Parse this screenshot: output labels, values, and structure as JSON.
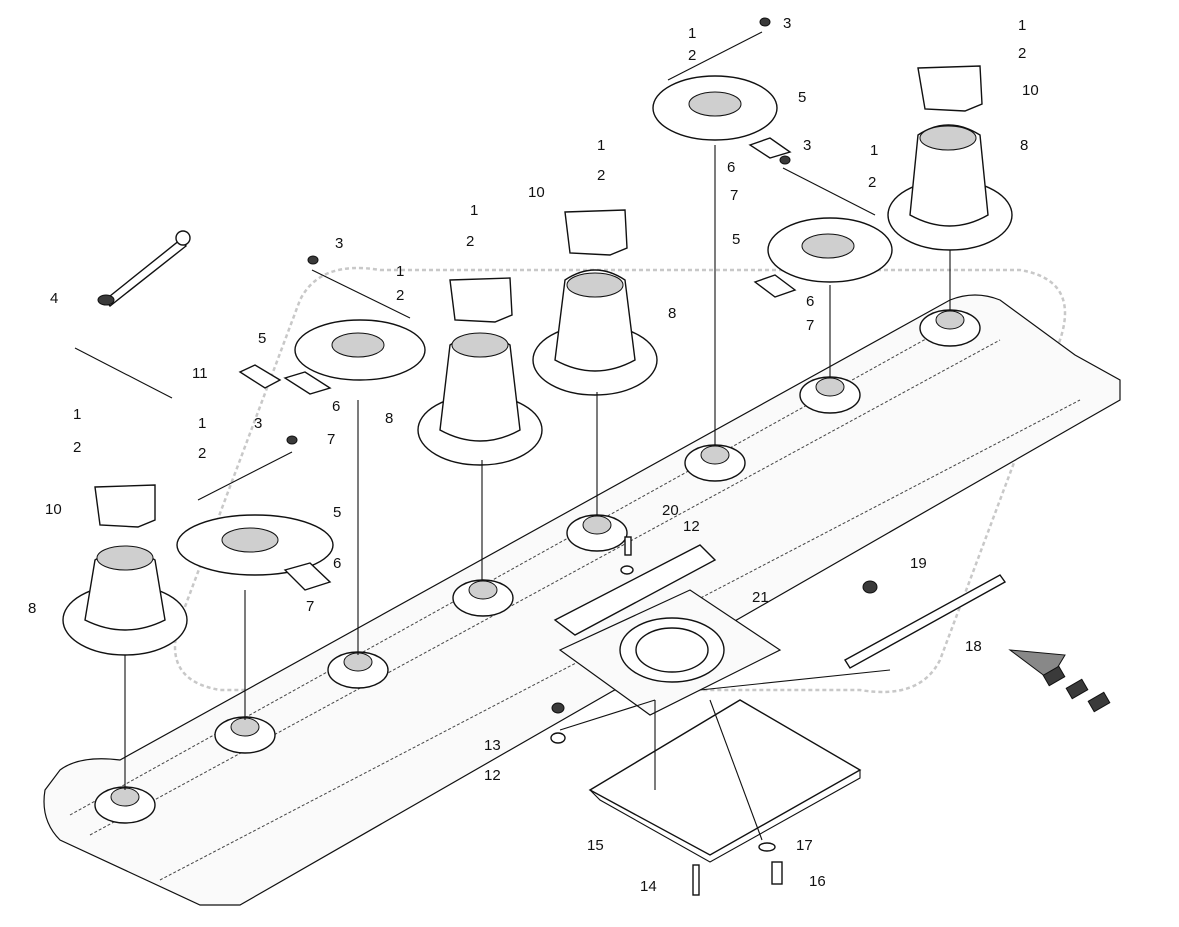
{
  "callouts": [
    "1",
    "2",
    "3",
    "4",
    "5",
    "6",
    "7",
    "8",
    "10",
    "11",
    "12",
    "13",
    "14",
    "15",
    "16",
    "17",
    "18",
    "19",
    "20",
    "21"
  ],
  "colors": {
    "line": "#111111",
    "background": "#ffffff",
    "watermark": "#c8c8c8",
    "fill_dark": "#3a3a3a"
  },
  "icons": [
    "flow-direction-arrow-icon",
    "dimension-arrow-icon"
  ]
}
